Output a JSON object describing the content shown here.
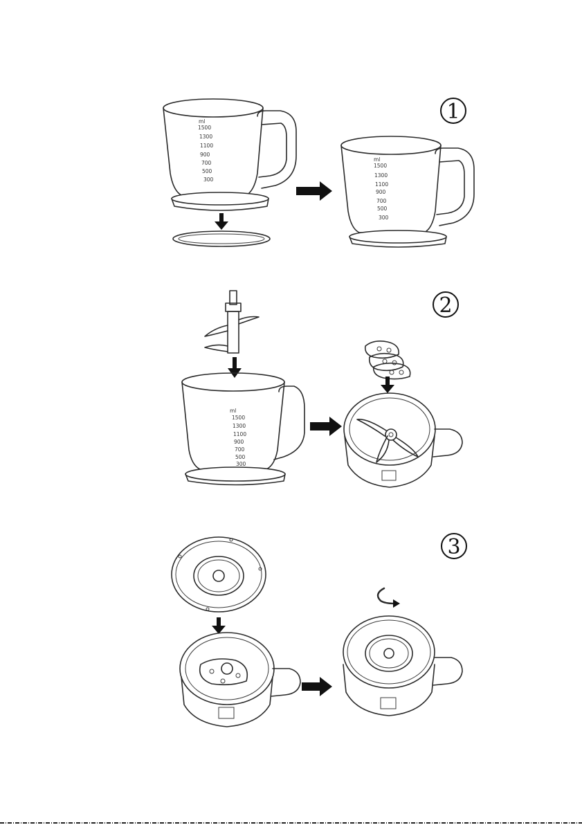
{
  "steps": [
    {
      "number": "1"
    },
    {
      "number": "2"
    },
    {
      "number": "3"
    }
  ],
  "scale": {
    "unit": "ml",
    "marks": [
      "1500",
      "1300",
      "1100",
      "900",
      "700",
      "500",
      "300"
    ]
  }
}
